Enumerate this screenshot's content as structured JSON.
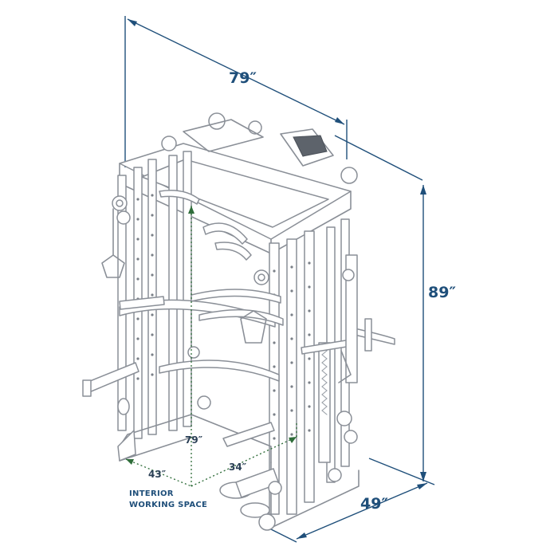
{
  "dimensions": {
    "width": "79″",
    "height": "89″",
    "depth": "49″",
    "interior_height": "79″",
    "interior_width": "43″",
    "interior_depth": "34″"
  },
  "note": {
    "line1": "INTERIOR",
    "line2": "WORKING SPACE"
  },
  "colors": {
    "dimension_line": "#1f4f7a",
    "interior_line": "#2f6d3a",
    "frame": "#8a8f97"
  }
}
